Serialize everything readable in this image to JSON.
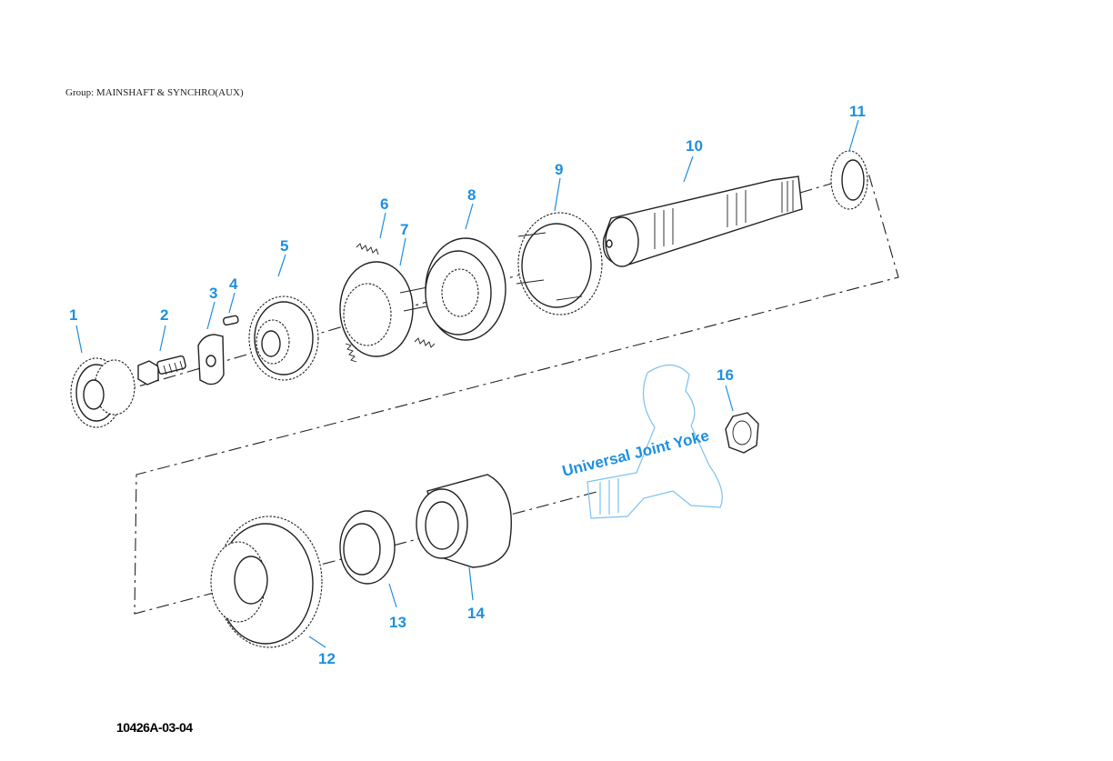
{
  "header": {
    "group_label": "Group: MAINSHAFT & SYNCHRO(AUX)"
  },
  "footer": {
    "figure_id": "10426A-03-04"
  },
  "callouts": [
    "1",
    "2",
    "3",
    "4",
    "5",
    "6",
    "7",
    "8",
    "9",
    "10",
    "11",
    "12",
    "13",
    "14",
    "16"
  ],
  "reference_label": "Universal Joint Yoke",
  "colors": {
    "callout": "#1e8fe0",
    "yoke": "#7cc1ef",
    "linework": "#222222"
  }
}
